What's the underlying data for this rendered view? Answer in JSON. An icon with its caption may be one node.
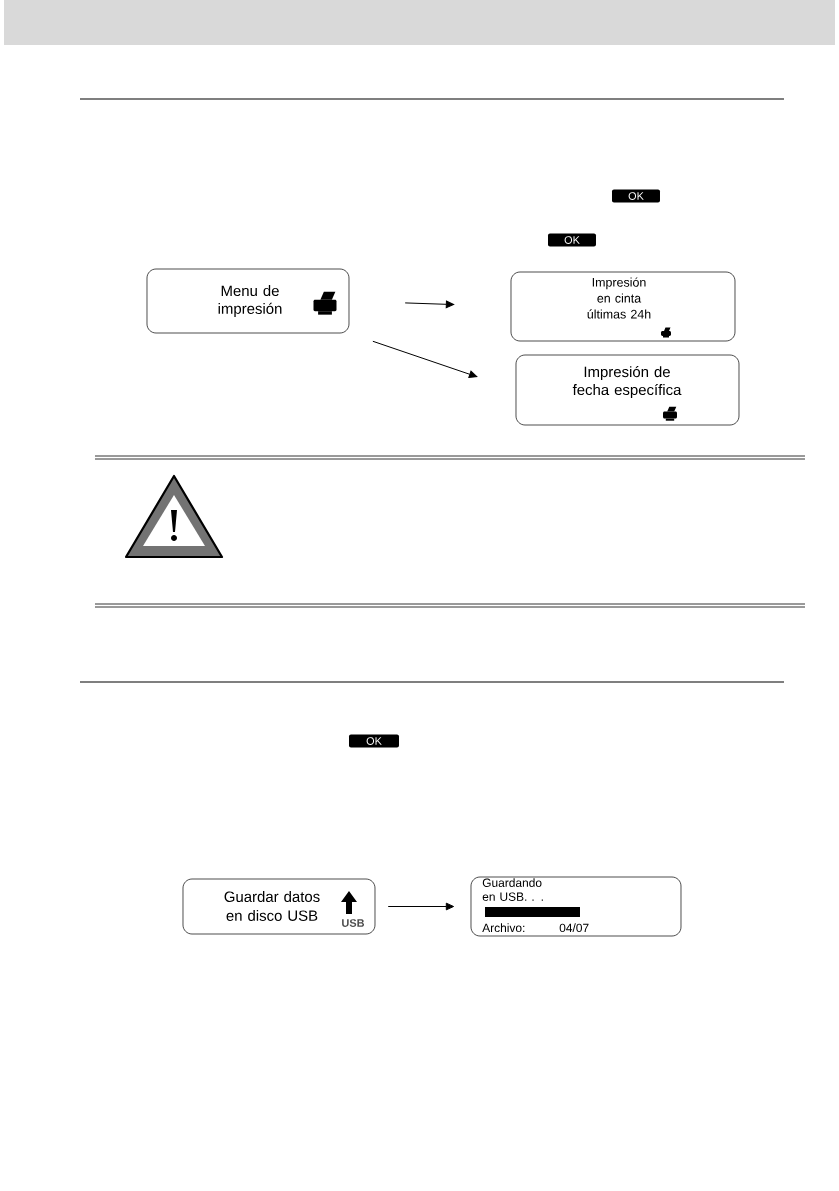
{
  "diagram": {
    "nodes": [
      {
        "text": [
          "Menu de impresión"
        ]
      },
      {
        "text": [
          "Impresión en cinta últimas 24h"
        ]
      },
      {
        "text": [
          "Impresión de fecha específica"
        ]
      },
      {
        "text": [
          "Guardar datos en disco USB",
          "USB"
        ]
      },
      {
        "text": [
          "Guardando en USB. . .",
          "Archivo:",
          "04/07"
        ]
      }
    ],
    "edges": [
      {
        "from": 0,
        "to": 1,
        "arrow": "to"
      },
      {
        "from": 0,
        "to": 2,
        "arrow": "to"
      },
      {
        "from": 3,
        "to": 4,
        "arrow": "to"
      }
    ],
    "labels": [
      "OK",
      "OK",
      "OK"
    ]
  }
}
